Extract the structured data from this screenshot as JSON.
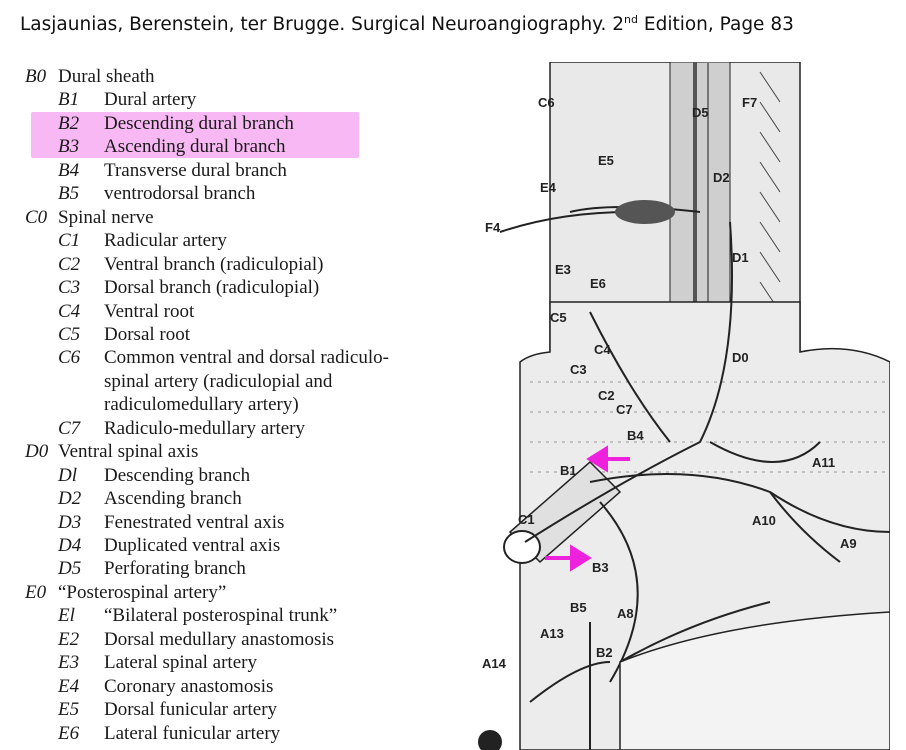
{
  "caption": {
    "prefix": "Lasjaunias, Berenstein, ter Brugge. Surgical Neuroangiography. 2",
    "sup": "nd",
    "suffix": " Edition, Page 83"
  },
  "legend": [
    {
      "code": "B0",
      "label": "Dural sheath",
      "level": 0
    },
    {
      "code": "B1",
      "label": "Dural artery",
      "level": 1
    },
    {
      "code": "B2",
      "label": "Descending dural branch",
      "level": 1,
      "highlight": true
    },
    {
      "code": "B3",
      "label": "Ascending dural branch",
      "level": 1,
      "highlight": true
    },
    {
      "code": "B4",
      "label": "Transverse dural branch",
      "level": 1
    },
    {
      "code": "B5",
      "label": "ventrodorsal branch",
      "level": 1
    },
    {
      "code": "C0",
      "label": "Spinal nerve",
      "level": 0
    },
    {
      "code": "C1",
      "label": "Radicular artery",
      "level": 1
    },
    {
      "code": "C2",
      "label": "Ventral branch (radiculopial)",
      "level": 1
    },
    {
      "code": "C3",
      "label": "Dorsal branch (radiculopial)",
      "level": 1
    },
    {
      "code": "C4",
      "label": "Ventral root",
      "level": 1
    },
    {
      "code": "C5",
      "label": "Dorsal root",
      "level": 1
    },
    {
      "code": "C6",
      "label": "Common ventral and dorsal radiculo-",
      "level": 1
    },
    {
      "code": "",
      "label": "spinal artery (radiculopial and",
      "level": 1
    },
    {
      "code": "",
      "label": "radiculomedullary artery)",
      "level": 1
    },
    {
      "code": "C7",
      "label": "Radiculo-medullary artery",
      "level": 1
    },
    {
      "code": "D0",
      "label": "Ventral spinal axis",
      "level": 0
    },
    {
      "code": "Dl",
      "label": "Descending branch",
      "level": 1
    },
    {
      "code": "D2",
      "label": "Ascending branch",
      "level": 1
    },
    {
      "code": "D3",
      "label": "Fenestrated ventral axis",
      "level": 1
    },
    {
      "code": "D4",
      "label": "Duplicated ventral axis",
      "level": 1
    },
    {
      "code": "D5",
      "label": "Perforating branch",
      "level": 1
    },
    {
      "code": "E0",
      "label": "“Posterospinal artery”",
      "level": 0
    },
    {
      "code": "El",
      "label": "“Bilateral posterospinal trunk”",
      "level": 1
    },
    {
      "code": "E2",
      "label": "Dorsal medullary anastomosis",
      "level": 1
    },
    {
      "code": "E3",
      "label": "Lateral spinal artery",
      "level": 1
    },
    {
      "code": "E4",
      "label": "Coronary anastomosis",
      "level": 1
    },
    {
      "code": "E5",
      "label": "Dorsal funicular artery",
      "level": 1
    },
    {
      "code": "E6",
      "label": "Lateral funicular artery",
      "level": 1
    }
  ],
  "figure_labels": [
    {
      "id": "C6",
      "text": "C6"
    },
    {
      "id": "D5",
      "text": "D5"
    },
    {
      "id": "F7",
      "text": "F7"
    },
    {
      "id": "E5",
      "text": "E5"
    },
    {
      "id": "D2",
      "text": "D2"
    },
    {
      "id": "E4",
      "text": "E4"
    },
    {
      "id": "F4",
      "text": "F4"
    },
    {
      "id": "E3",
      "text": "E3"
    },
    {
      "id": "E6",
      "text": "E6"
    },
    {
      "id": "D1",
      "text": "D1"
    },
    {
      "id": "C5",
      "text": "C5"
    },
    {
      "id": "C4",
      "text": "C4"
    },
    {
      "id": "C3",
      "text": "C3"
    },
    {
      "id": "D0",
      "text": "D0"
    },
    {
      "id": "C2",
      "text": "C2"
    },
    {
      "id": "C7",
      "text": "C7"
    },
    {
      "id": "B4",
      "text": "B4"
    },
    {
      "id": "B1",
      "text": "B1"
    },
    {
      "id": "A11",
      "text": "A11"
    },
    {
      "id": "C1",
      "text": "C1"
    },
    {
      "id": "A10",
      "text": "A10"
    },
    {
      "id": "A9",
      "text": "A9"
    },
    {
      "id": "B3",
      "text": "B3"
    },
    {
      "id": "B5",
      "text": "B5"
    },
    {
      "id": "A8",
      "text": "A8"
    },
    {
      "id": "A13",
      "text": "A13"
    },
    {
      "id": "A14",
      "text": "A14"
    },
    {
      "id": "B2",
      "text": "B2"
    }
  ],
  "colors": {
    "highlight": "#f5a0f0",
    "arrow": "#ee22dd",
    "ink": "#1a1a1a"
  }
}
